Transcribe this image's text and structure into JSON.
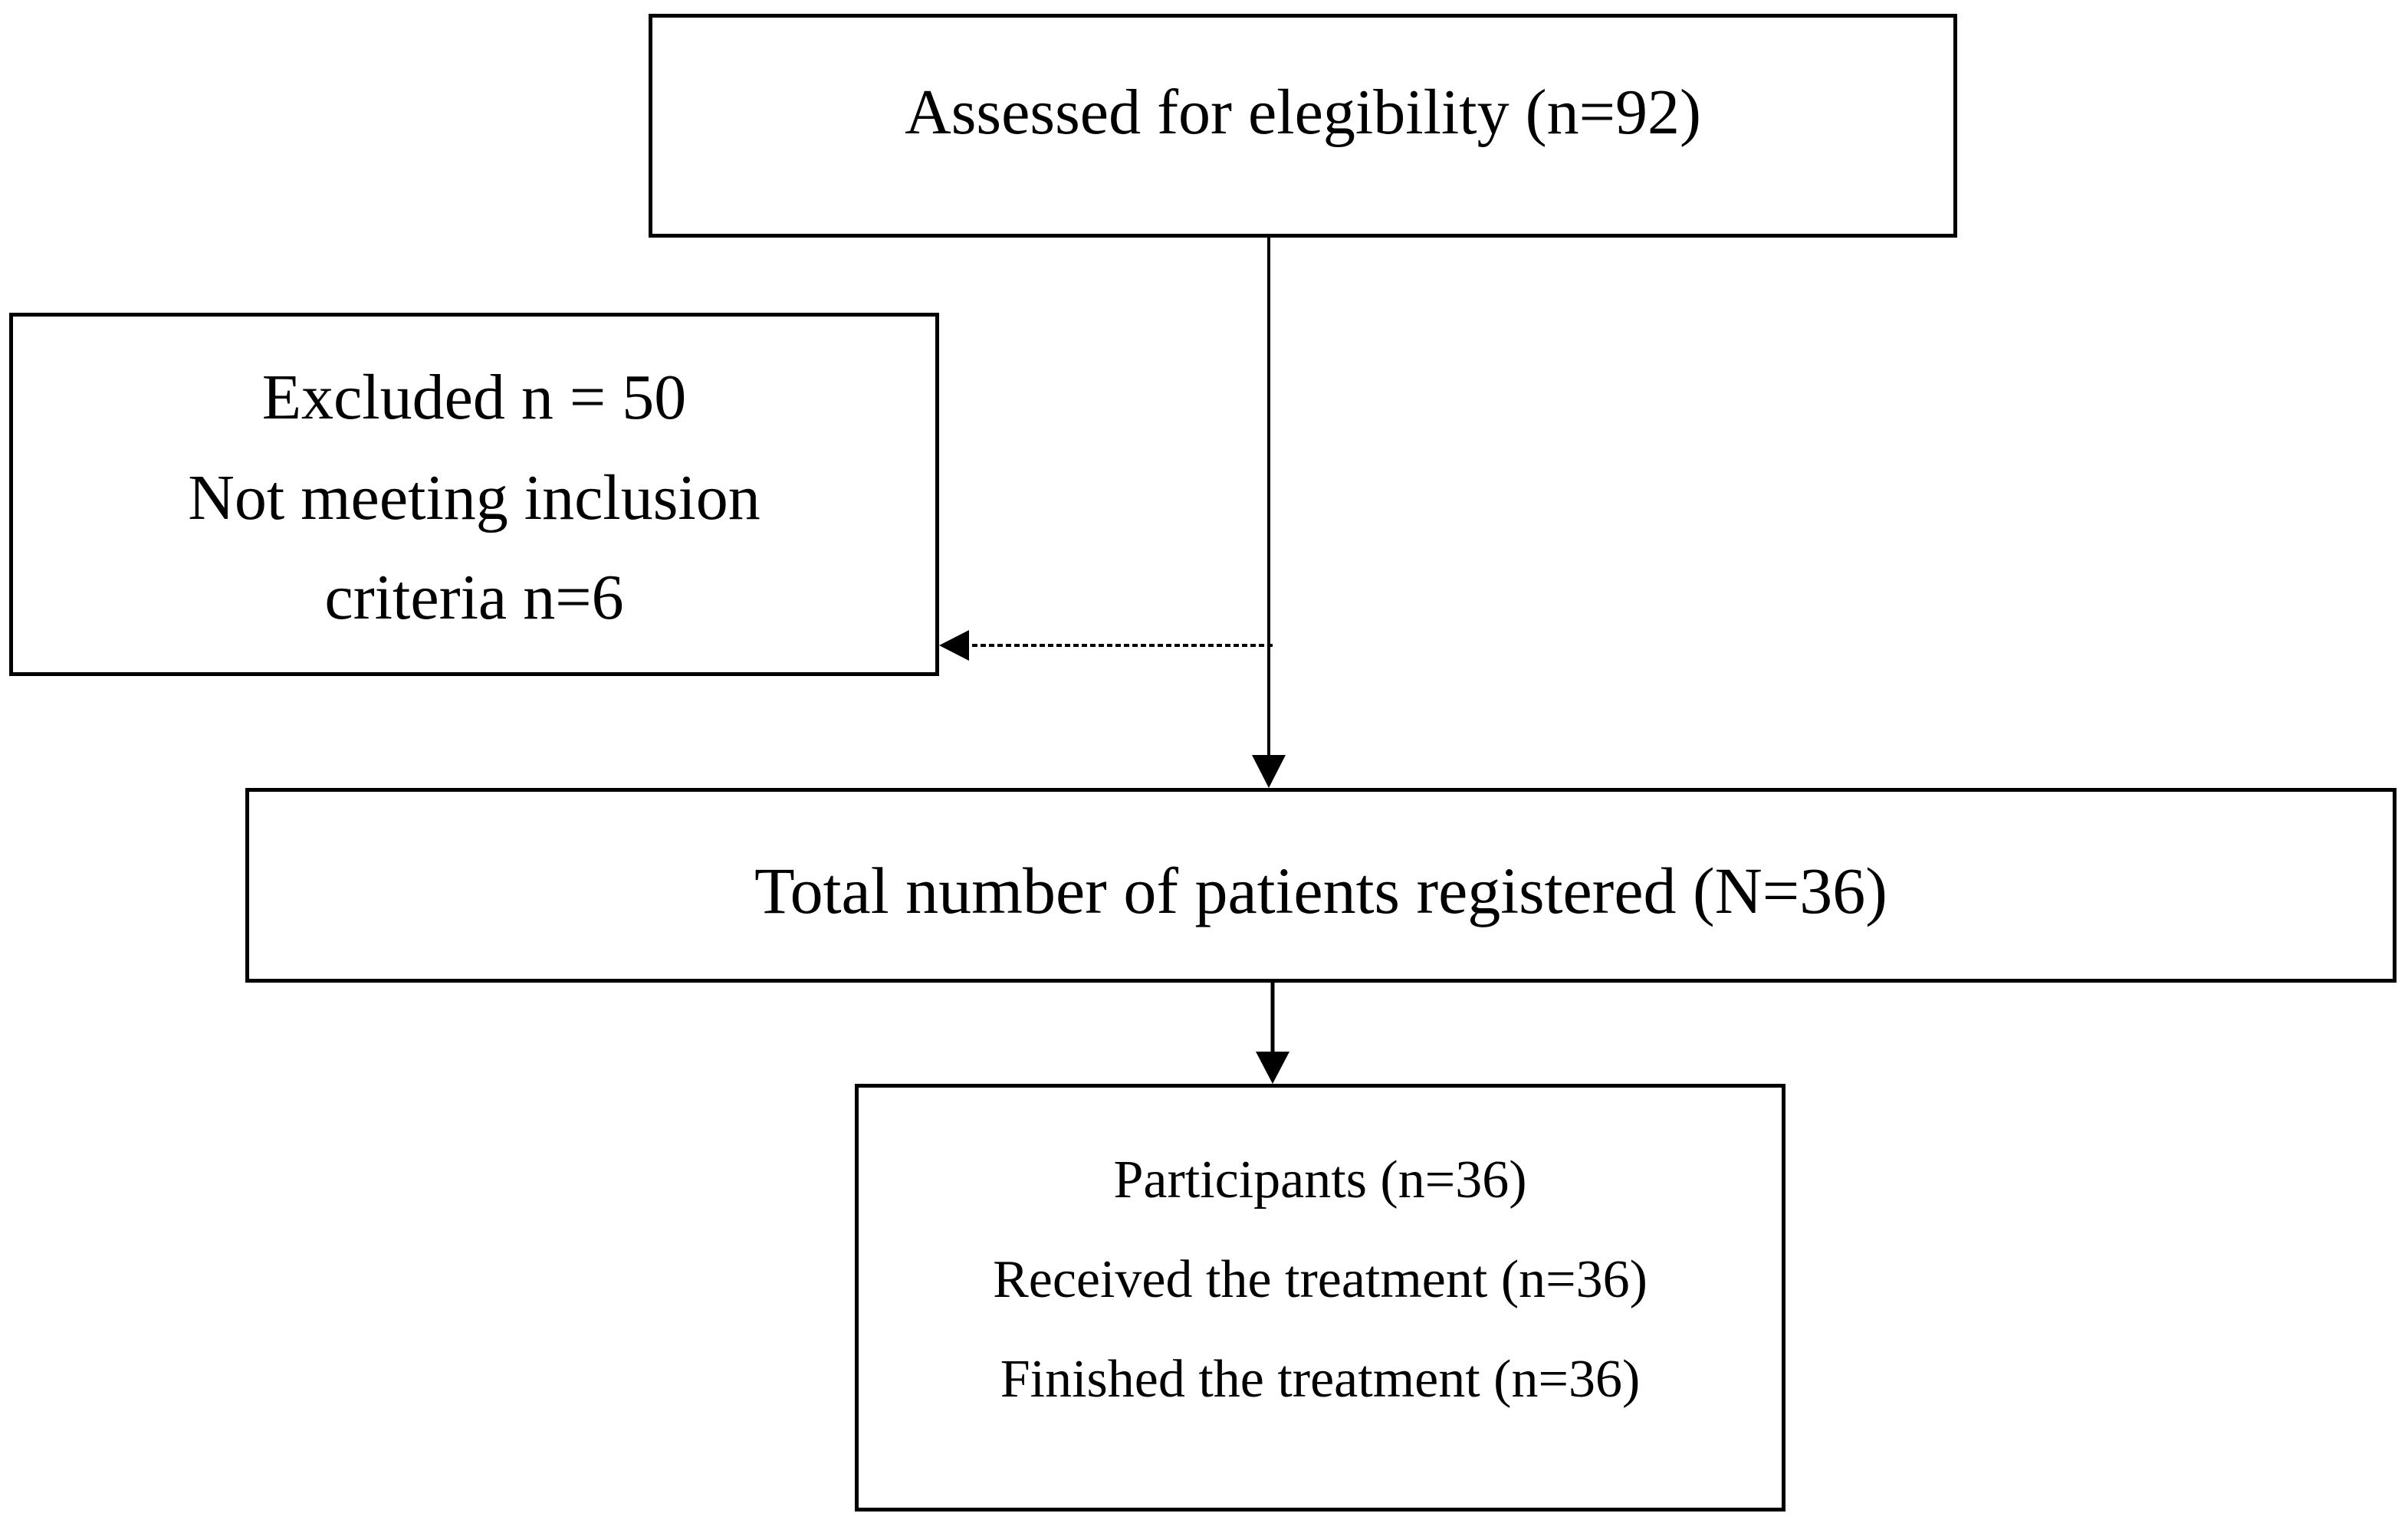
{
  "flowchart": {
    "assessed": {
      "text": "Assessed for elegibility (n=92)"
    },
    "excluded": {
      "lines": [
        "Excluded n = 50",
        "Not meeting inclusion",
        "criteria n=6"
      ]
    },
    "registered": {
      "text": "Total number of patients registered (N=36)"
    },
    "participants": {
      "lines": [
        "Participants (n=36)",
        "Received the treatment (n=36)",
        "Finished the treatment (n=36)"
      ]
    }
  },
  "colors": {
    "line": "#000000",
    "background": "#ffffff"
  }
}
